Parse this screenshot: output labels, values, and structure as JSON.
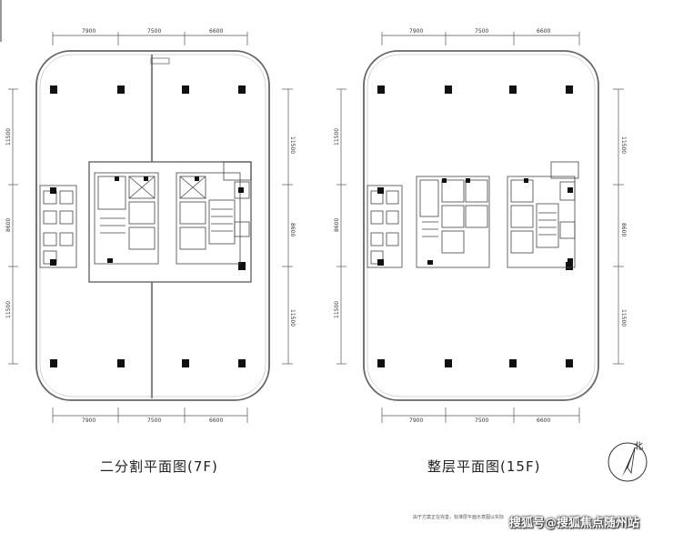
{
  "plans": [
    {
      "caption": "二分割平面图(7F)",
      "top_dims": [
        "7900",
        "7500",
        "6600"
      ],
      "bottom_dims": [
        "7900",
        "7500",
        "6600"
      ],
      "right_dims": [
        "11500",
        "8600",
        "11500"
      ],
      "left_dims": [
        "11500",
        "8600",
        "11500"
      ]
    },
    {
      "caption": "整层平面图(15F)",
      "top_dims": [
        "7900",
        "7500",
        "6600"
      ],
      "bottom_dims": [
        "7900",
        "7500",
        "6600"
      ],
      "right_dims": [
        "11500",
        "8600",
        "11500"
      ],
      "left_dims": [
        "11500",
        "8600",
        "11500"
      ]
    }
  ],
  "compass": {
    "label": "北",
    "icon": "north-arrow-icon"
  },
  "disclaimer": "由于方案正在完善，标准层平面示意图以实际",
  "watermark": "搜狐号@搜狐焦点随州站",
  "colors": {
    "line": "#555555",
    "column": "#111111",
    "accent": "#888888"
  }
}
